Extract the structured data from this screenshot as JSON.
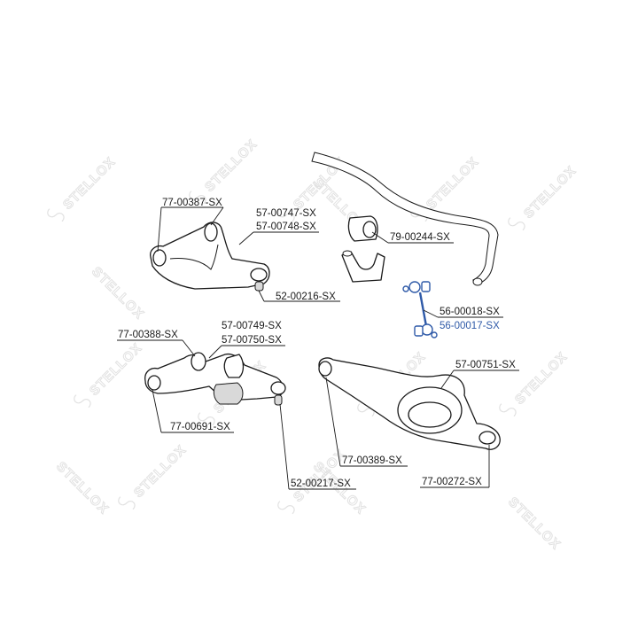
{
  "brand": {
    "watermark_text": "STELLOX",
    "color": "#e2e2e2"
  },
  "highlight_color": "#2f5aa8",
  "labels": {
    "p_77_00387": "77-00387-SX",
    "p_57_00747": "57-00747-SX",
    "p_57_00748": "57-00748-SX",
    "p_52_00216": "52-00216-SX",
    "p_79_00244": "79-00244-SX",
    "p_56_00018": "56-00018-SX",
    "p_56_00017": "56-00017-SX",
    "p_77_00388": "77-00388-SX",
    "p_57_00749": "57-00749-SX",
    "p_57_00750": "57-00750-SX",
    "p_77_00691": "77-00691-SX",
    "p_52_00217": "52-00217-SX",
    "p_57_00751": "57-00751-SX",
    "p_77_00389": "77-00389-SX",
    "p_77_00272": "77-00272-SX"
  }
}
